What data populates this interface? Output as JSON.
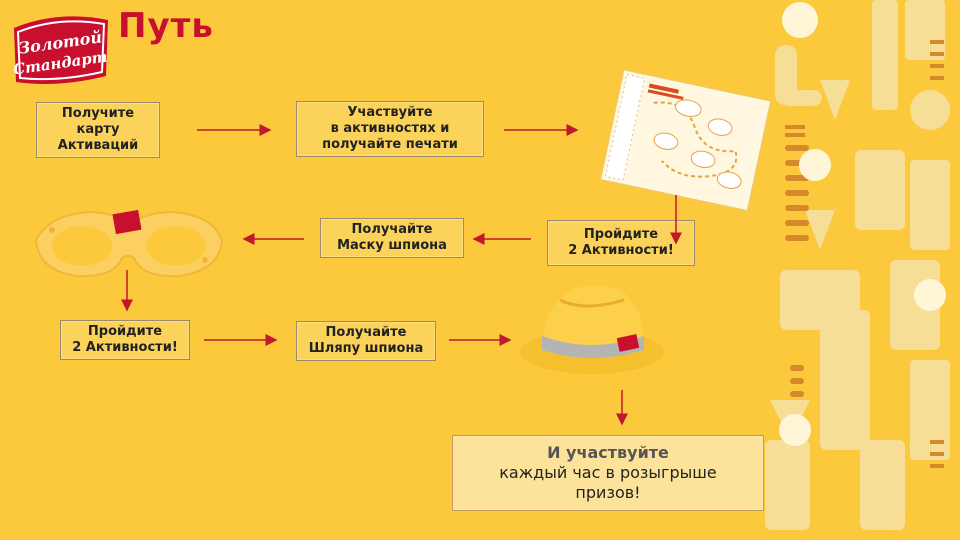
{
  "brand": {
    "logo_line1": "Золотой",
    "logo_line2": "Стандарт"
  },
  "page": {
    "title": "Путь"
  },
  "steps": {
    "s1": {
      "line1": "Получите",
      "line2": "карту",
      "line3": "Активаций"
    },
    "s2": {
      "line1": "Участвуйте",
      "line2": "в активностях и",
      "line3": "получайте печати"
    },
    "s3": {
      "line1": "Пройдите",
      "line2": "2 Активности!"
    },
    "s4": {
      "line1": "Получайте",
      "line2": "Маску шпиона"
    },
    "s5": {
      "line1": "Пройдите",
      "line2": "2 Активности!"
    },
    "s6": {
      "line1": "Получайте",
      "line2": "Шляпу шпиона"
    },
    "final": {
      "line1": "И участвуйте",
      "line2": "каждый час в розыгрыше",
      "line3": "призов!"
    }
  },
  "illustrations": {
    "card": "activation-card-image",
    "mask": "spy-mask-image",
    "hat": "spy-hat-image"
  },
  "colors": {
    "background": "#fcc83c",
    "accent": "#c8102e",
    "arrow": "#c0182c"
  }
}
